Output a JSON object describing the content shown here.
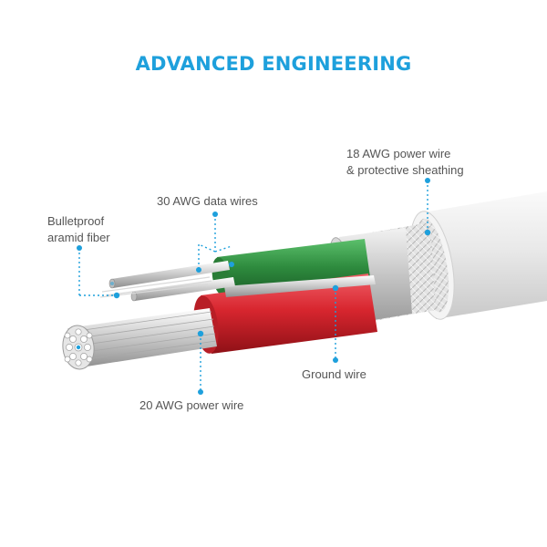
{
  "title": "ADVANCED ENGINEERING",
  "labels": {
    "power18": [
      "18 AWG power wire",
      "& protective sheathing"
    ],
    "data30": "30 AWG data wires",
    "aramid": [
      "Bulletproof",
      "aramid fiber"
    ],
    "ground": "Ground wire",
    "power20": "20 AWG power wire"
  },
  "colors": {
    "accent": "#1ea0dc",
    "label_text": "#555555",
    "green_wire": "#2e8b3e",
    "red_wire": "#d8262f",
    "sheath": "#e6e6e6"
  }
}
